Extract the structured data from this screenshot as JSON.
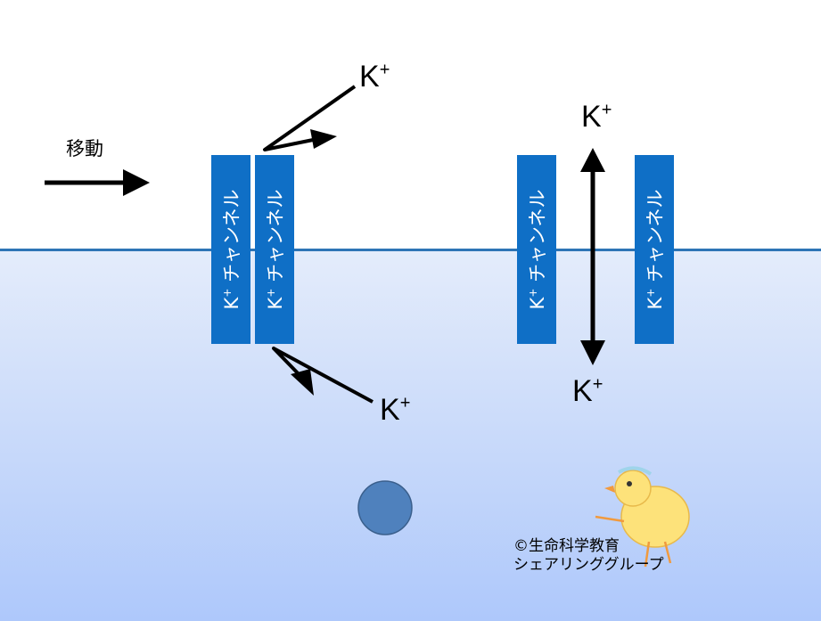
{
  "move_label": "移動",
  "channel_label": "チャンネル",
  "ion": {
    "symbol": "K",
    "charge": "+"
  },
  "credit": {
    "line1": "©生命科学教育",
    "line2": "シェアリンググループ"
  },
  "colors": {
    "channel": "#0f6fc6",
    "membrane": "#2e75b6",
    "cytoplasm_top": "#e4ecfb",
    "cytoplasm_bottom": "#aec8fb",
    "ball": "#4f81bd"
  }
}
